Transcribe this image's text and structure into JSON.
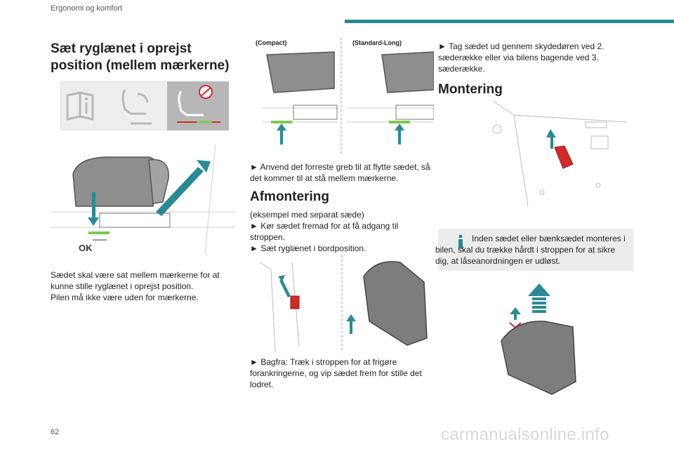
{
  "header": {
    "title": "Ergonomi og komfort",
    "accent_color": "#2a8a94"
  },
  "page_number": "62",
  "watermark": "carmanualsonline.info",
  "section1": {
    "heading": "Sæt ryglænet i oprejst position (mellem mærkerne)",
    "illustration_label": "OK",
    "paragraphs": [
      "Sædet skal være sat mellem mærkerne for at kunne stille ryglænet i oprejst position.",
      "Pilen må ikke være uden for mærkerne."
    ]
  },
  "column2": {
    "illustration_labels": [
      "(Compact)",
      "(Standard-Long)"
    ],
    "step_text": "► Anvend det forreste greb til at flytte sædet, så det kommer til at stå mellem mærkerne.",
    "section_heading": "Afmontering",
    "section_lines": [
      "(eksempel med separat sæde)",
      "► Kør sædet fremad for at få adgang til stroppen.",
      "► Sæt ryglænet i bordposition."
    ],
    "step_text2": "► Bagfra: Træk i stroppen for at frigøre forankringerne, og vip sædet frem for stille det lodret."
  },
  "column3": {
    "step_text": "► Tag sædet ud gennem skydedøren ved 2. sæderække eller via bilens bagende ved 3. sæderække.",
    "section_heading": "Montering",
    "note_text": "Inden sædet eller bænksædet monteres i bilen, skal du trække hårdt i stroppen for at sikre dig, at låseanordningen er udløst."
  },
  "colors": {
    "mark_green": "#7ec850",
    "strap_red": "#d42a2a",
    "arrow_teal": "#2a8a94",
    "note_bg": "#ececec"
  }
}
